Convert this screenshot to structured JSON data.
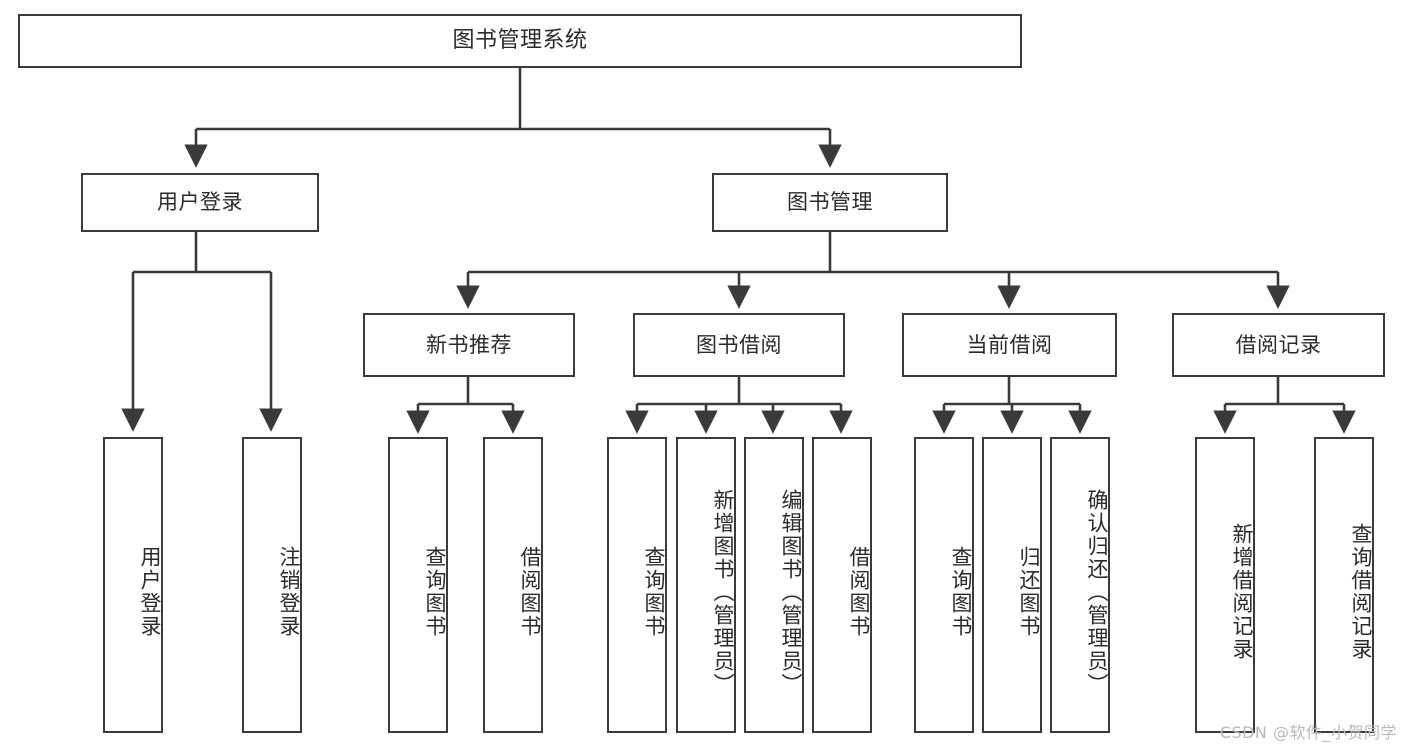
{
  "diagram": {
    "title": "图书管理系统",
    "type": "功能结构图",
    "line_color": "#3a3a3a",
    "box_fill": "#ffffff",
    "text_color": "#2b2b2b",
    "watermark": "CSDN @软件_小贺同学"
  },
  "nodes": {
    "root": {
      "label": "图书管理系统"
    },
    "level1": [
      {
        "label": "用户登录"
      },
      {
        "label": "图书管理"
      }
    ],
    "level2": [
      {
        "label": "新书推荐"
      },
      {
        "label": "图书借阅"
      },
      {
        "label": "当前借阅"
      },
      {
        "label": "借阅记录"
      }
    ],
    "leaves": {
      "user_login": [
        {
          "label": "用户登录"
        },
        {
          "label": "注销登录"
        }
      ],
      "new_book": [
        {
          "label": "查询图书"
        },
        {
          "label": "借阅图书"
        }
      ],
      "book_borrow": [
        {
          "label": "查询图书"
        },
        {
          "label": "新增图书（管理员）"
        },
        {
          "label": "编辑图书（管理员）"
        },
        {
          "label": "借阅图书"
        }
      ],
      "current_borrow": [
        {
          "label": "查询图书"
        },
        {
          "label": "归还图书"
        },
        {
          "label": "确认归还（管理员）"
        }
      ],
      "borrow_record": [
        {
          "label": "新增借阅记录"
        },
        {
          "label": "查询借阅记录"
        }
      ]
    }
  },
  "tree_structure": {
    "图书管理系统": {
      "用户登录": [
        "用户登录",
        "注销登录"
      ],
      "图书管理": {
        "新书推荐": [
          "查询图书",
          "借阅图书"
        ],
        "图书借阅": [
          "查询图书",
          "新增图书（管理员）",
          "编辑图书（管理员）",
          "借阅图书"
        ],
        "当前借阅": [
          "查询图书",
          "归还图书",
          "确认归还（管理员）"
        ],
        "借阅记录": [
          "新增借阅记录",
          "查询借阅记录"
        ]
      }
    }
  }
}
